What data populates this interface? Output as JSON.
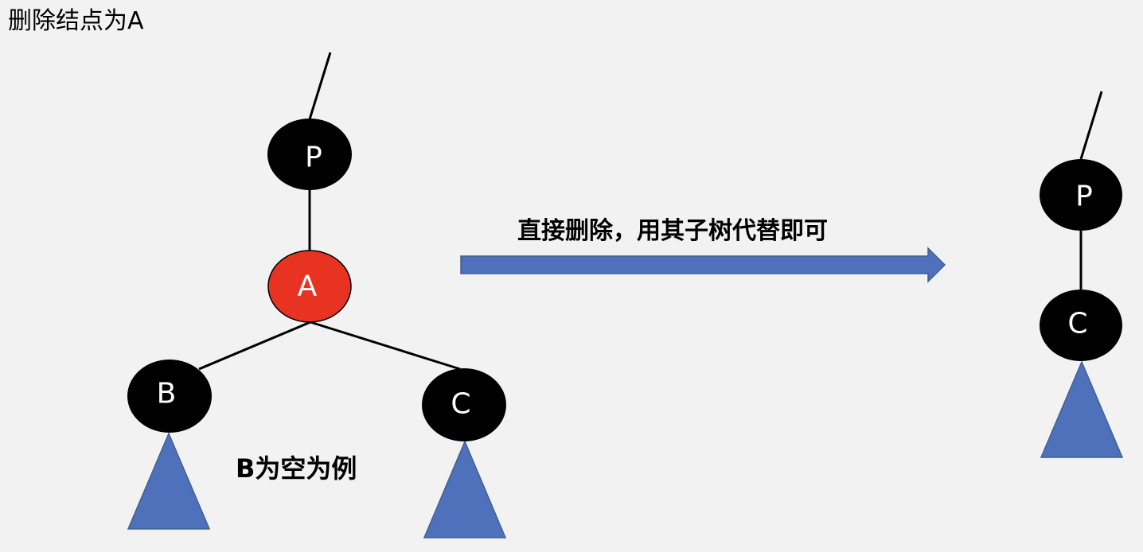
{
  "title": "删除结点为A",
  "action_label": "直接删除，用其子树代替即可",
  "example_label": "B为空为例",
  "colors": {
    "background": "#f2f2f2",
    "black_node": "#000000",
    "red_node": "#e83323",
    "subtree": "#4f71bc",
    "arrow": "#4f71bc"
  },
  "before": {
    "nodes": [
      {
        "id": "P",
        "label": "P",
        "color": "black"
      },
      {
        "id": "A",
        "label": "A",
        "color": "red"
      },
      {
        "id": "B",
        "label": "B",
        "color": "black"
      },
      {
        "id": "C",
        "label": "C",
        "color": "black"
      }
    ]
  },
  "after": {
    "nodes": [
      {
        "id": "P",
        "label": "P",
        "color": "black"
      },
      {
        "id": "C",
        "label": "C",
        "color": "black"
      }
    ]
  }
}
